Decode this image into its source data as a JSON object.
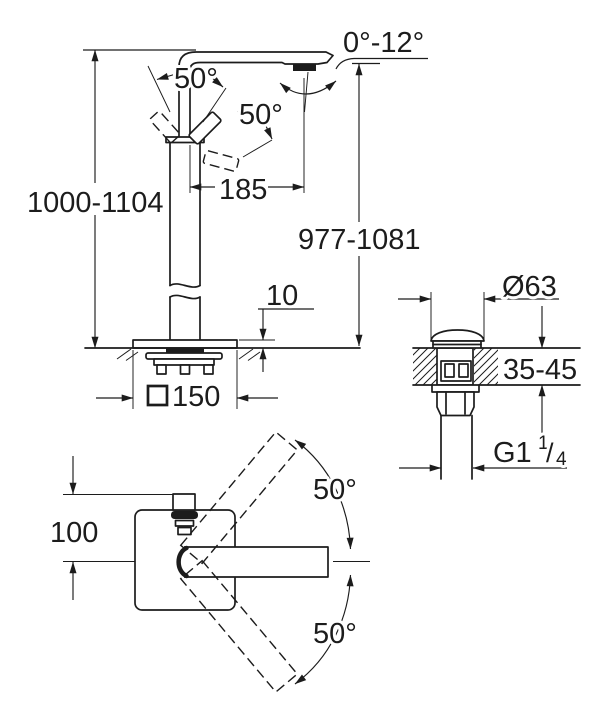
{
  "front_view": {
    "height_range": "1000-1104",
    "outlet_height_range": "977-1081",
    "spout_tilt_range": "0°-12°",
    "handle_swing_left": "50°",
    "handle_swing_right": "50°",
    "spout_reach": "185",
    "base_plate_thickness": "10",
    "base_plate_square_symbol": "□",
    "base_plate_size": "150"
  },
  "drain_view": {
    "cap_diameter": "Ø63",
    "deck_thickness_range": "35-45",
    "thread_size_main": "G1",
    "thread_fraction_numerator": "1",
    "thread_fraction_slash": "/",
    "thread_fraction_denominator": "4"
  },
  "top_view": {
    "spout_swivel_upper": "50°",
    "spout_swivel_lower": "50°",
    "handle_offset": "100"
  },
  "colors": {
    "line": "#1c1c1c",
    "background": "#ffffff"
  }
}
